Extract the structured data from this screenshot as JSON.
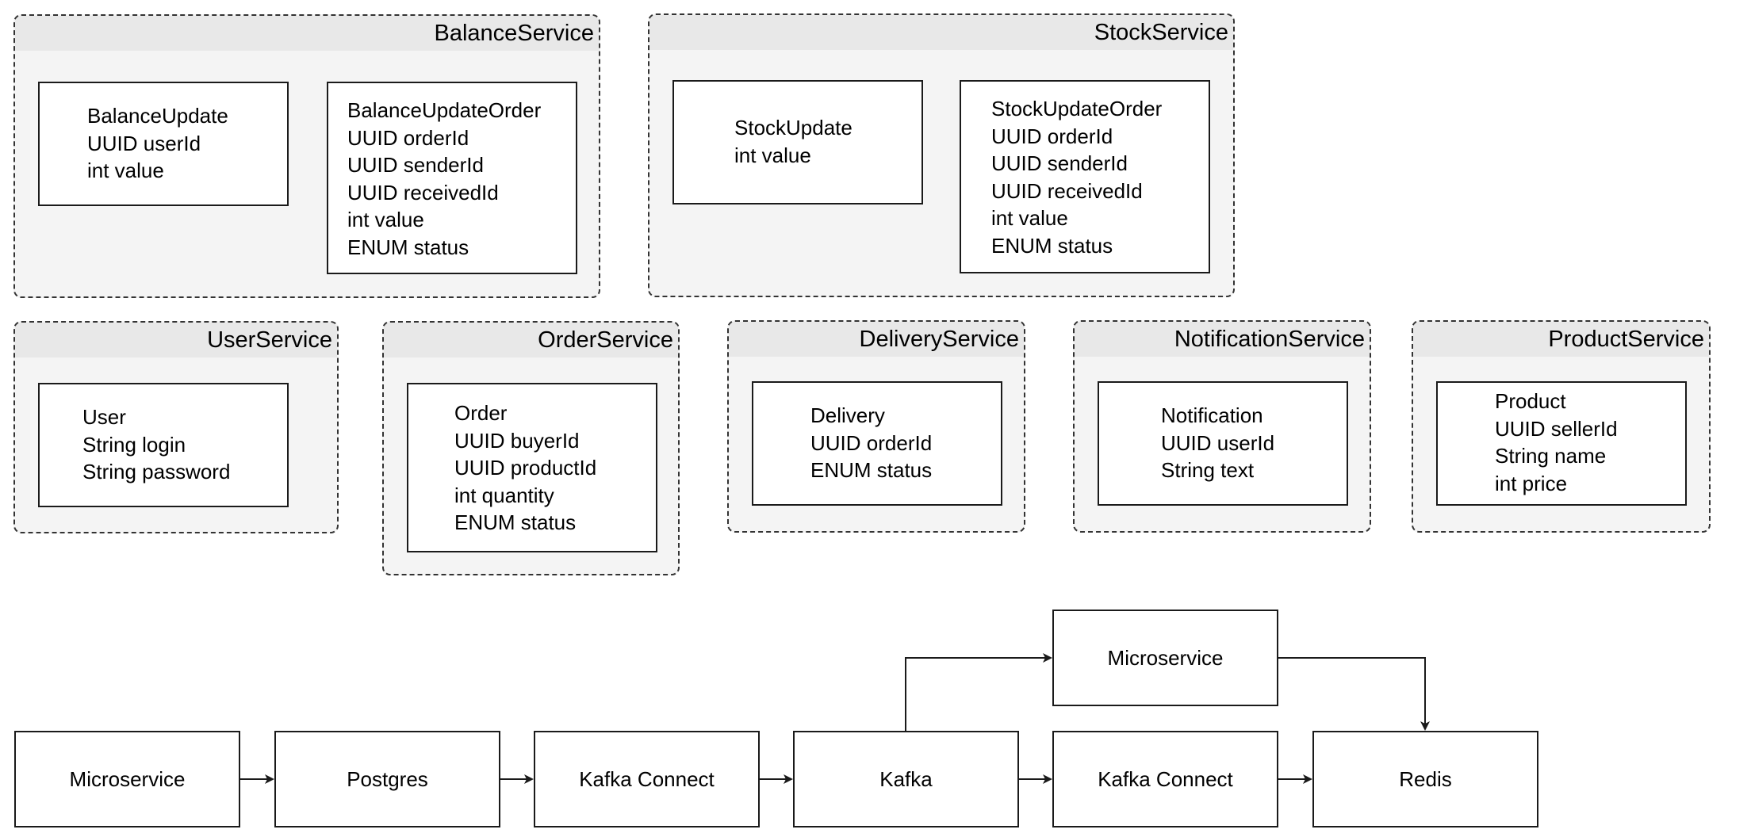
{
  "services": {
    "balance": {
      "title": "BalanceService",
      "entities": [
        {
          "lines": [
            "BalanceUpdate",
            "UUID userId",
            "int value"
          ]
        },
        {
          "lines": [
            "BalanceUpdateOrder",
            "UUID orderId",
            "UUID senderId",
            "UUID receivedId",
            "int value",
            "ENUM status"
          ]
        }
      ]
    },
    "stock": {
      "title": "StockService",
      "entities": [
        {
          "lines": [
            "StockUpdate",
            "int value"
          ]
        },
        {
          "lines": [
            "StockUpdateOrder",
            "UUID orderId",
            "UUID senderId",
            "UUID receivedId",
            "int value",
            "ENUM status"
          ]
        }
      ]
    },
    "user": {
      "title": "UserService",
      "entities": [
        {
          "lines": [
            "User",
            "String login",
            "String password"
          ]
        }
      ]
    },
    "order": {
      "title": "OrderService",
      "entities": [
        {
          "lines": [
            "Order",
            "UUID buyerId",
            "UUID productId",
            "int quantity",
            "ENUM status"
          ]
        }
      ]
    },
    "delivery": {
      "title": "DeliveryService",
      "entities": [
        {
          "lines": [
            "Delivery",
            "UUID orderId",
            "ENUM status"
          ]
        }
      ]
    },
    "notification": {
      "title": "NotificationService",
      "entities": [
        {
          "lines": [
            "Notification",
            "UUID userId",
            "String text"
          ]
        }
      ]
    },
    "product": {
      "title": "ProductService",
      "entities": [
        {
          "lines": [
            "Product",
            "UUID sellerId",
            "String name",
            "int price"
          ]
        }
      ]
    }
  },
  "flow": {
    "microservice_source": "Microservice",
    "postgres": "Postgres",
    "kafka_connect_source": "Kafka Connect",
    "kafka": "Kafka",
    "kafka_connect_sink": "Kafka Connect",
    "redis": "Redis",
    "microservice_consumer": "Microservice"
  },
  "colors": {
    "group_fill": "#f4f4f4",
    "group_header": "#e8e8e8",
    "stroke": "#1a1a1a"
  }
}
